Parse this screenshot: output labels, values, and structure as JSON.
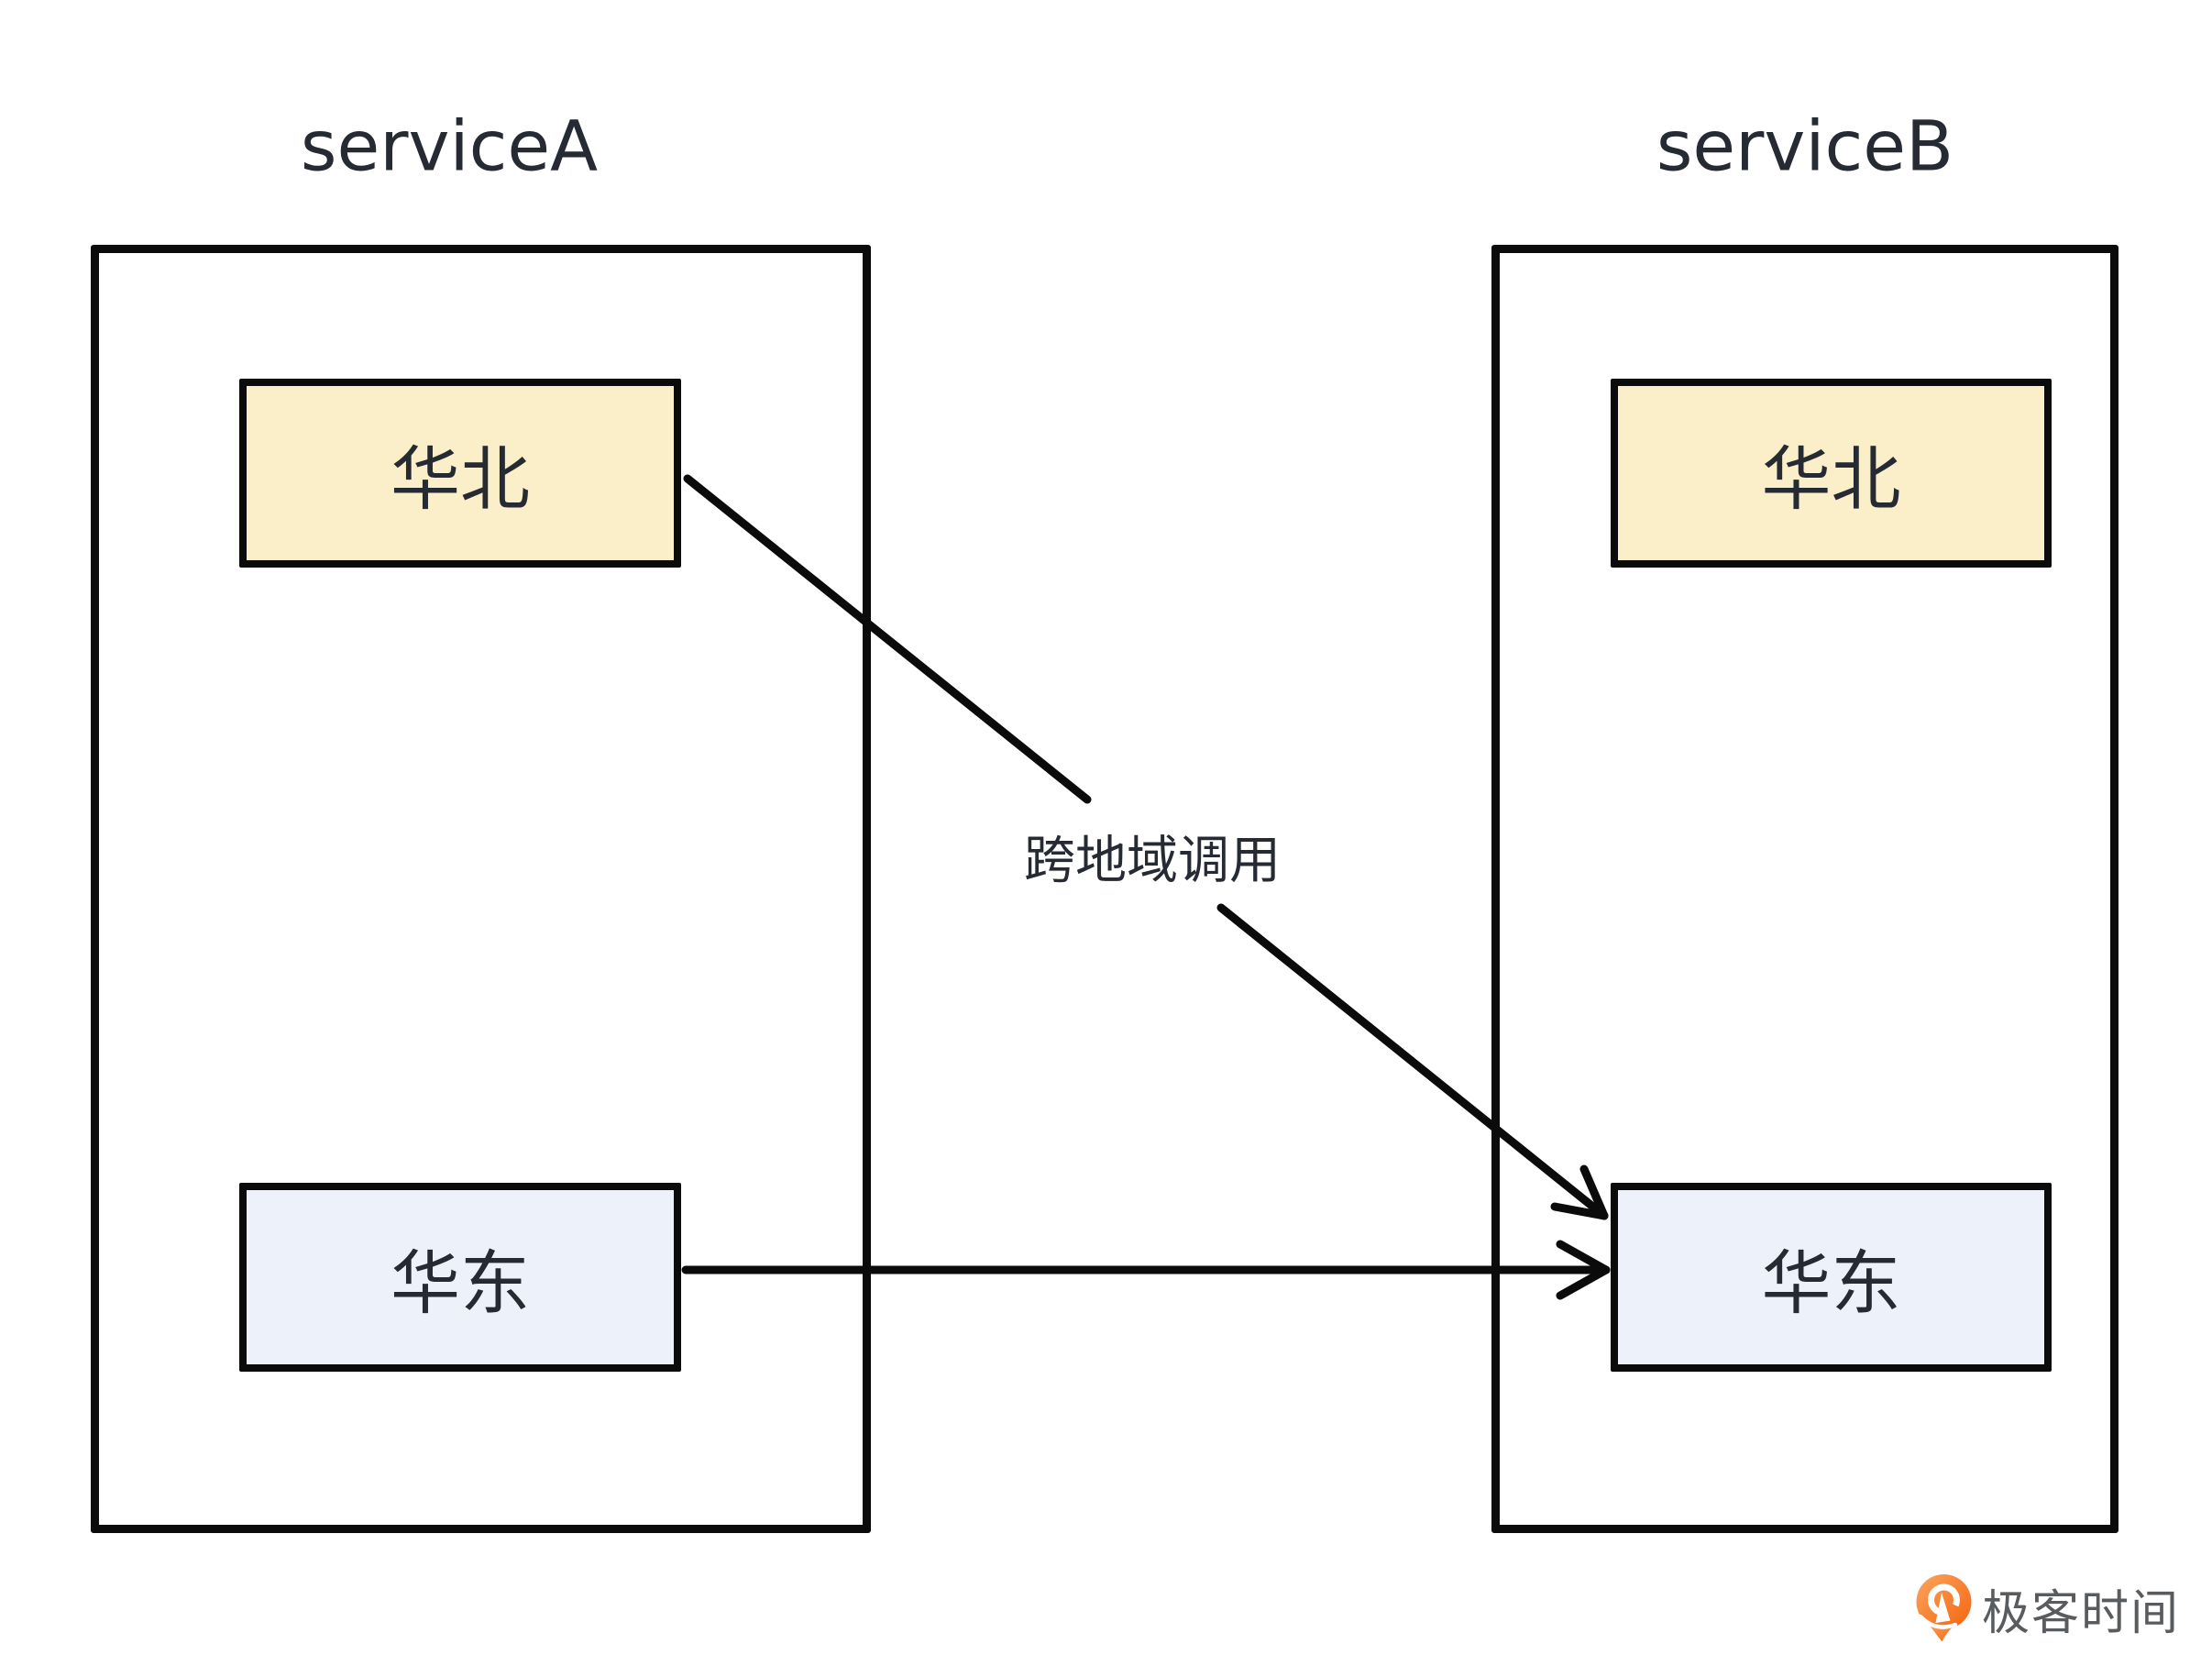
{
  "page": {
    "background_color": "#FFFFFF"
  },
  "diagram": {
    "services": [
      {
        "title": "serviceA",
        "regions": [
          {
            "label": "华北",
            "fill": "#FBEFC9"
          },
          {
            "label": "华东",
            "fill": "#EDF1FA"
          }
        ]
      },
      {
        "title": "serviceB",
        "regions": [
          {
            "label": "华北",
            "fill": "#FBEFC9"
          },
          {
            "label": "华东",
            "fill": "#EDF1FA"
          }
        ]
      }
    ],
    "arrows": [
      {
        "from": "serviceA 华北",
        "to": "serviceB 华东",
        "label": "跨地域调用",
        "style": "diagonal"
      },
      {
        "from": "serviceA 华东",
        "to": "serviceB 华东",
        "label": "",
        "style": "horizontal"
      }
    ],
    "colors": {
      "border": "#0B0B0B",
      "arrow": "#0B0B0B",
      "text": "#262B33",
      "north_fill": "#FBEFC9",
      "east_fill": "#EDF1FA"
    }
  },
  "footer": {
    "brand": "极客时间",
    "brand_color": "#595C5F",
    "logo_accent": "#F5640D"
  }
}
